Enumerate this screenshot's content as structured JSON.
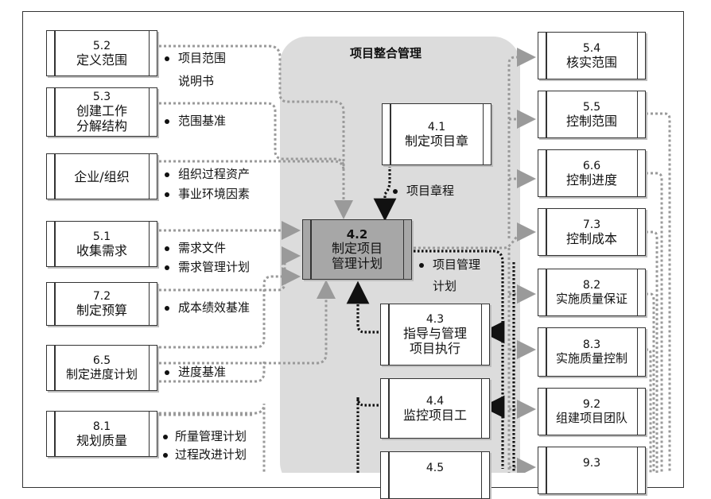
{
  "title": "项目整合管理",
  "center": {
    "num": "4.2",
    "text": "制定项目\n管理计划"
  },
  "charter_process": {
    "num": "4.1",
    "text": "制定项目章"
  },
  "left_boxes": [
    {
      "num": "5.2",
      "text": "定义范围"
    },
    {
      "num": "5.3",
      "text": "创建工作\n分解结构"
    },
    {
      "num": "",
      "text": "企业/组织"
    },
    {
      "num": "5.1",
      "text": "收集需求"
    },
    {
      "num": "7.2",
      "text": "制定预算"
    },
    {
      "num": "6.5",
      "text": "制定进度计划"
    },
    {
      "num": "8.1",
      "text": "规划质量"
    }
  ],
  "right_boxes": [
    {
      "num": "5.4",
      "text": "核实范围"
    },
    {
      "num": "5.5",
      "text": "控制范围"
    },
    {
      "num": "6.6",
      "text": "控制进度"
    },
    {
      "num": "7.3",
      "text": "控制成本"
    },
    {
      "num": "8.2",
      "text": "实施质量保证"
    },
    {
      "num": "8.3",
      "text": "实施质量控制"
    },
    {
      "num": "9.2",
      "text": "组建项目团队"
    },
    {
      "num": "9.3",
      "text": ""
    }
  ],
  "inner_boxes": [
    {
      "num": "4.3",
      "text": "指导与管理\n项目执行"
    },
    {
      "num": "4.4",
      "text": "监控项目工"
    },
    {
      "num": "4.5",
      "text": ""
    }
  ],
  "inputs": [
    {
      "line1": "项目范围",
      "line2": "说明书"
    },
    {
      "line1": "范围基准"
    },
    {
      "line1": "组织过程资产",
      "line2": "事业环境因素"
    },
    {
      "line1": "需求文件",
      "line2": "需求管理计划"
    },
    {
      "line1": "成本绩效基准"
    },
    {
      "line1": "进度基准"
    },
    {
      "line1": "所量管理计划",
      "line2": "过程改进计划"
    }
  ],
  "charter_output": "项目章程",
  "plan_output": {
    "line1": "项目管理",
    "line2": "计划"
  }
}
